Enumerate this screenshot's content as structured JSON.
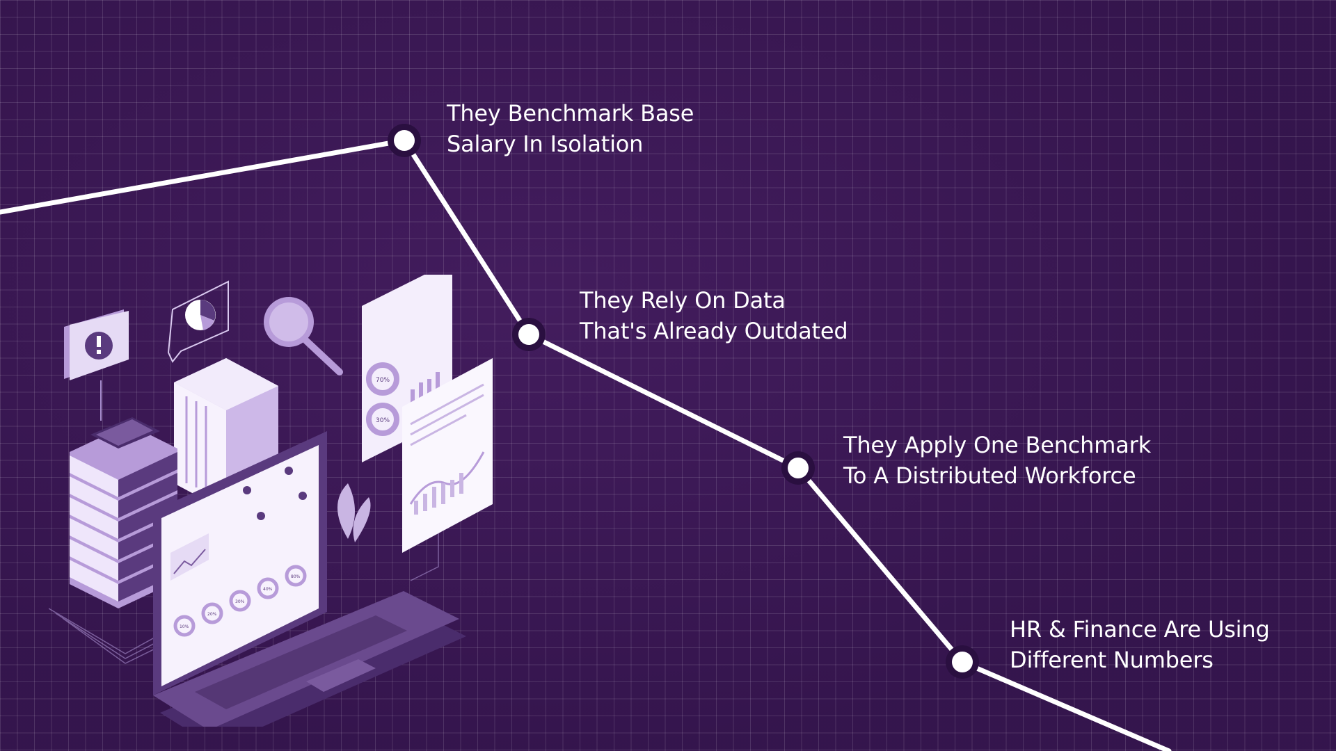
{
  "steps": [
    {
      "line1": "They Benchmark Base",
      "line2": "Salary In Isolation"
    },
    {
      "line1": "They Rely On Data",
      "line2": "That's Already Outdated"
    },
    {
      "line1": "They Apply One Benchmark",
      "line2": "To A Distributed Workforce"
    },
    {
      "line1": "HR & Finance Are Using",
      "line2": "Different Numbers"
    }
  ],
  "illustration": {
    "chart_labels": [
      "70%",
      "30%"
    ],
    "donut_labels": [
      "10%",
      "20%",
      "30%",
      "40%",
      "80%"
    ]
  },
  "colors": {
    "background": "#36164f",
    "line": "#ffffff",
    "node_fill": "#ffffff",
    "node_ring": "#2a0f40",
    "illustration_light": "#efe6fb",
    "illustration_mid": "#b79bd9",
    "illustration_dark": "#5a3a7e"
  }
}
